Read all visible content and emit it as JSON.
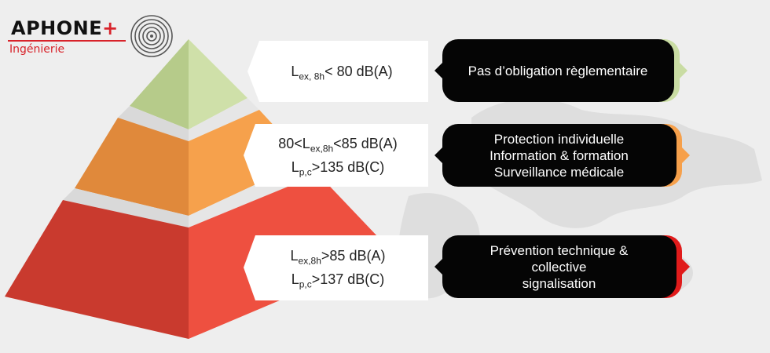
{
  "logo": {
    "name": "APHONE",
    "plus": "+",
    "subtitle": "Ingénierie"
  },
  "levels": [
    {
      "color": "#c9dca3",
      "conditions": [
        {
          "main": "L",
          "sub": "ex, 8h",
          "rest": "< 80 dB(A)"
        }
      ],
      "actions": [
        "Pas d’obligation règlementaire"
      ],
      "accent": "#c9dca3"
    },
    {
      "color": "#f6a04b",
      "conditions": [
        {
          "pre": "80<L",
          "sub": "ex,8h",
          "rest": "<85 dB(A)"
        },
        {
          "main": "L",
          "sub": "p,c",
          "rest": ">135 dB(C)"
        }
      ],
      "actions": [
        "Protection individuelle",
        "Information & formation",
        "Surveillance médicale"
      ],
      "accent": "#f6a04b"
    },
    {
      "color": "#e5483a",
      "conditions": [
        {
          "main": "L",
          "sub": "ex,8h",
          "rest": ">85 dB(A)"
        },
        {
          "main": "L",
          "sub": "p,c",
          "rest": ">137 dB(C)"
        }
      ],
      "actions": [
        "Prévention technique &",
        "collective",
        "signalisation"
      ],
      "accent": "#e01b1b"
    }
  ]
}
